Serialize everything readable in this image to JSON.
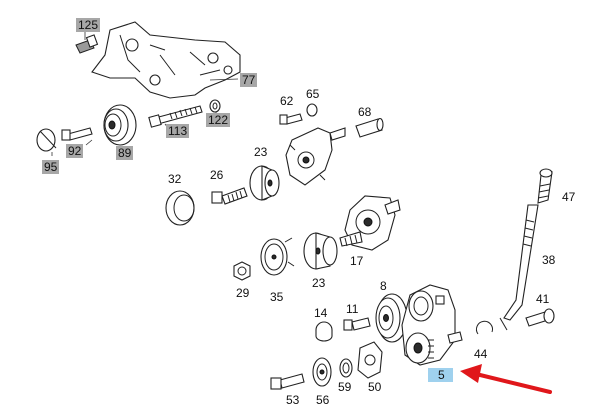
{
  "labels": {
    "p125": "125",
    "p77": "77",
    "p92": "92",
    "p89": "89",
    "p95": "95",
    "p113": "113",
    "p122": "122",
    "p62": "62",
    "p65": "65",
    "p68": "68",
    "p32": "32",
    "p26": "26",
    "p23a": "23",
    "p47": "47",
    "p17": "17",
    "p23b": "23",
    "p29": "29",
    "p35": "35",
    "p38": "38",
    "p8": "8",
    "p14": "14",
    "p11": "11",
    "p41": "41",
    "p44": "44",
    "p53": "53",
    "p56": "56",
    "p59": "59",
    "p50": "50",
    "p5": "5"
  },
  "colors": {
    "highlight_gray": "#a7a7a7",
    "highlight_blue": "#9fd1ee",
    "arrow_red": "#e0171b",
    "line": "#222222"
  }
}
